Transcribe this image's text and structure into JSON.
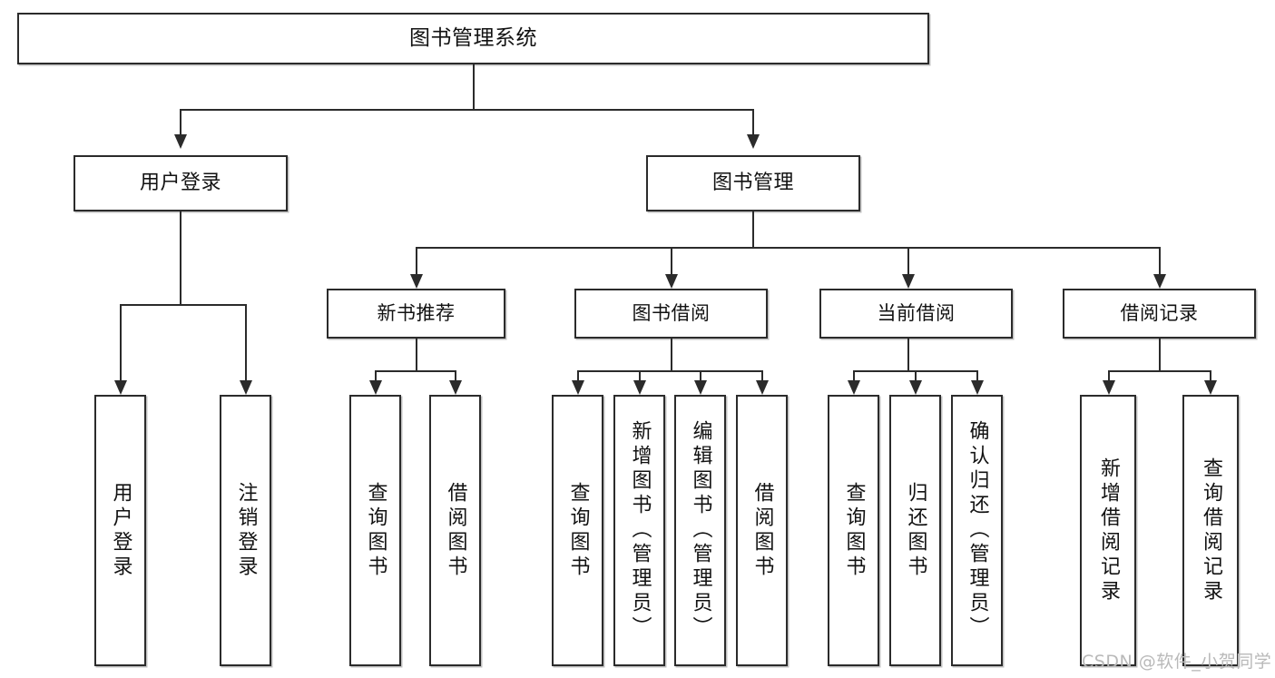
{
  "diagram": {
    "title": "图书管理系统",
    "type": "functional-structure-tree",
    "root": {
      "label": "图书管理系统"
    },
    "level1": [
      {
        "label": "用户登录"
      },
      {
        "label": "图书管理"
      }
    ],
    "level2": [
      {
        "label": "新书推荐"
      },
      {
        "label": "图书借阅"
      },
      {
        "label": "当前借阅"
      },
      {
        "label": "借阅记录"
      }
    ],
    "leaves": {
      "user_login": [
        {
          "label": "用户登录"
        },
        {
          "label": "注销登录"
        }
      ],
      "new_book_recommend": [
        {
          "label": "查询图书"
        },
        {
          "label": "借阅图书"
        }
      ],
      "book_borrow": [
        {
          "label": "查询图书"
        },
        {
          "label": "新增图书（管理员）"
        },
        {
          "label": "编辑图书（管理员）"
        },
        {
          "label": "借阅图书"
        }
      ],
      "current_borrow": [
        {
          "label": "查询图书"
        },
        {
          "label": "归还图书"
        },
        {
          "label": "确认归还（管理员）"
        }
      ],
      "borrow_record": [
        {
          "label": "新增借阅记录"
        },
        {
          "label": "查询借阅记录"
        }
      ]
    }
  },
  "watermark": {
    "text": "CSDN @软件_小贺同学"
  },
  "colors": {
    "stroke": "#2b2b2b",
    "fill": "#ffffff",
    "text": "#121212",
    "watermark": "#b9b9b9"
  }
}
